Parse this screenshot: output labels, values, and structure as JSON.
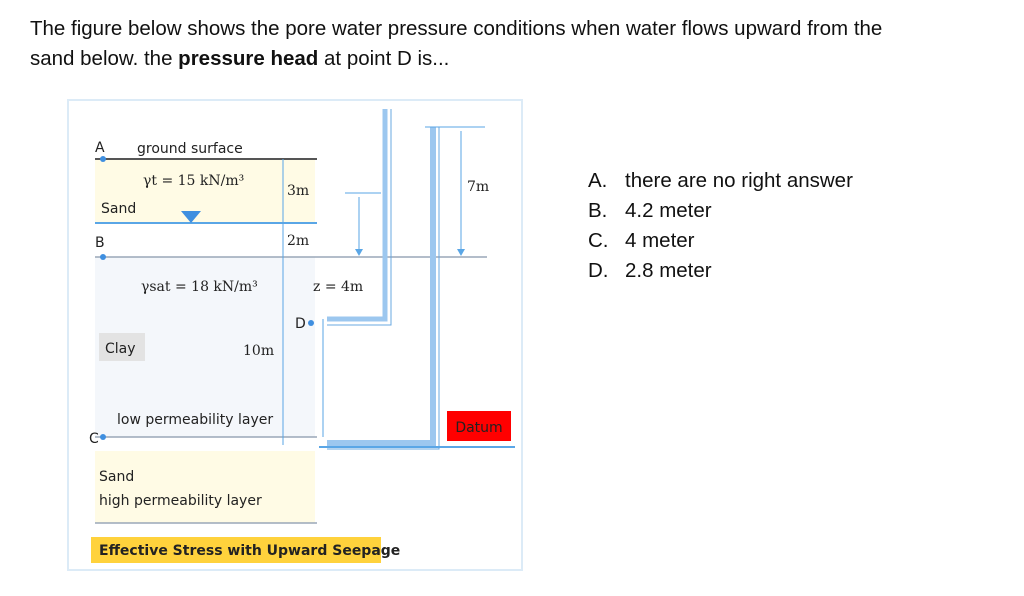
{
  "question": {
    "line1": "The figure below shows the pore water pressure conditions when water flows upward from the",
    "line2_start": "sand below. the ",
    "line2_bold": "pressure head",
    "line2_end": " at point D is..."
  },
  "figure": {
    "label_a": "A",
    "label_b": "B",
    "label_c": "C",
    "label_d": "D",
    "ground_surface": "ground surface",
    "gamma_t": "γt = 15 kN/m³",
    "gamma_sat": "γsat = 18 kN/m³",
    "sand_top": "Sand",
    "clay": "Clay",
    "low_perm": "low permeability layer",
    "sand_bottom": "Sand",
    "high_perm": "high permeability layer",
    "dim_3m": "3m",
    "dim_2m": "2m",
    "dim_10m": "10m",
    "dim_7m": "7m",
    "z_label": "z = 4m",
    "datum": "Datum",
    "caption": "Effective Stress with Upward Seepage",
    "colors": {
      "sand_fill": "#fffbe5",
      "water_line": "#5aa6e6",
      "tube": "#9cc7ef",
      "datum_bg": "#ff0000",
      "caption_bg": "#ffd23c"
    }
  },
  "answers": [
    {
      "letter": "A.",
      "text": "there are no right answer"
    },
    {
      "letter": "B.",
      "text": "4.2 meter"
    },
    {
      "letter": "C.",
      "text": "4 meter"
    },
    {
      "letter": "D.",
      "text": "2.8 meter"
    }
  ]
}
